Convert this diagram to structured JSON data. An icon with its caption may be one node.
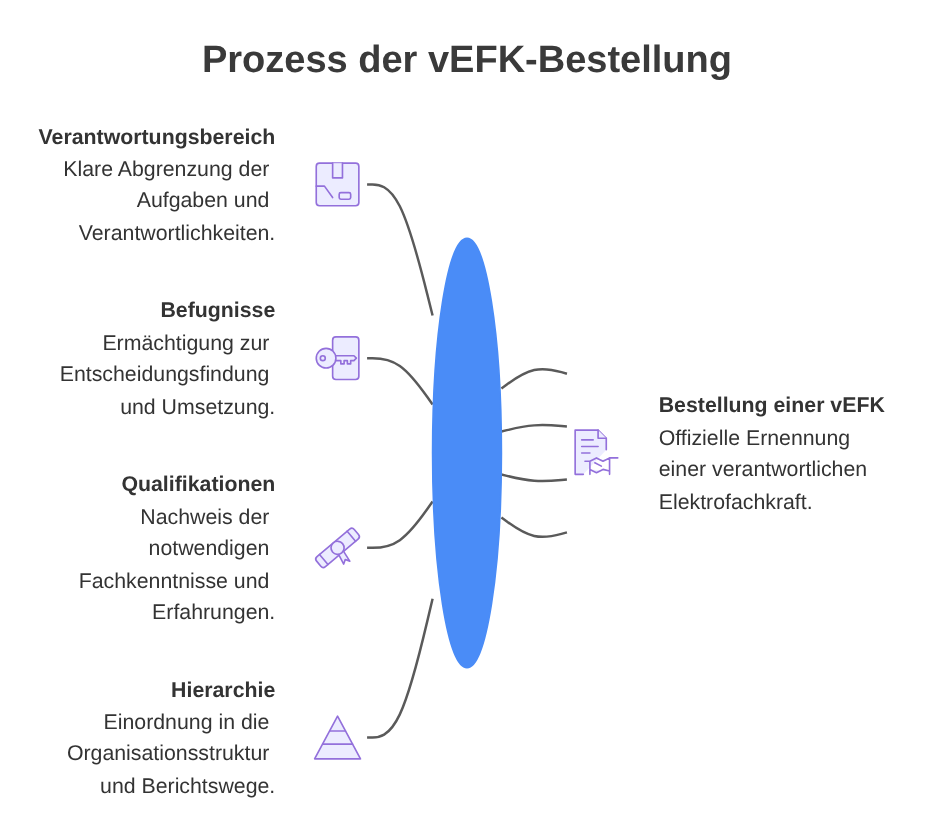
{
  "diagram": {
    "title": "Prozess der vEFK-Bestellung",
    "nodes": [
      {
        "text": [
          "Verantwortungsbereich",
          "Klare Abgrenzung der Aufgaben und Verantwortlichkeiten."
        ]
      },
      {
        "text": [
          "Befugnisse",
          "Ermächtigung zur Entscheidungsfindung und Umsetzung."
        ]
      },
      {
        "text": [
          "Qualifikationen",
          "Nachweis der notwendigen Fachkenntnisse und Erfahrungen."
        ]
      },
      {
        "text": [
          "Hierarchie",
          "Einordnung in die Organisationsstruktur und Berichtswege."
        ]
      },
      {
        "text": [],
        "shape": "ellipse"
      },
      {
        "text": [
          "Bestellung einer vEFK",
          "Offizielle Ernennung einer verantwortlichen Elektrofachkraft."
        ]
      }
    ],
    "edges": [
      {
        "from": 0,
        "to": 4,
        "arrow": "none"
      },
      {
        "from": 1,
        "to": 4,
        "arrow": "none"
      },
      {
        "from": 2,
        "to": 4,
        "arrow": "none"
      },
      {
        "from": 3,
        "to": 4,
        "arrow": "none"
      },
      {
        "from": 4,
        "to": 5,
        "arrow": "none"
      },
      {
        "from": 4,
        "to": 5,
        "arrow": "none"
      },
      {
        "from": 4,
        "to": 5,
        "arrow": "none"
      },
      {
        "from": 4,
        "to": 5,
        "arrow": "none"
      }
    ]
  }
}
